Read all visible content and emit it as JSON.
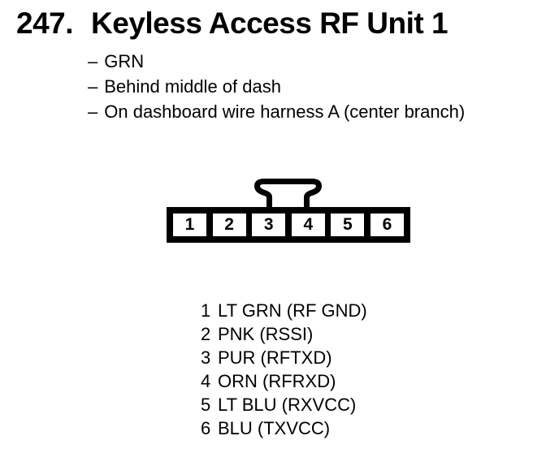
{
  "page": {
    "background_color": "#ffffff",
    "ink_color": "#000000"
  },
  "header": {
    "item_number": "247.",
    "title": "Keyless Access RF Unit 1"
  },
  "details": {
    "bullet": "–",
    "items": [
      "GRN",
      "Behind middle of dash",
      "On dashboard wire harness A (center branch)"
    ]
  },
  "connector": {
    "cavities": [
      "1",
      "2",
      "3",
      "4",
      "5",
      "6"
    ],
    "tab_icon": "connector-lock-tab-icon"
  },
  "pinout": {
    "pins": [
      {
        "number": "1",
        "label": "LT GRN (RF GND)"
      },
      {
        "number": "2",
        "label": "PNK (RSSI)"
      },
      {
        "number": "3",
        "label": "PUR (RFTXD)"
      },
      {
        "number": "4",
        "label": "ORN (RFRXD)"
      },
      {
        "number": "5",
        "label": "LT BLU (RXVCC)"
      },
      {
        "number": "6",
        "label": "BLU (TXVCC)"
      }
    ]
  }
}
